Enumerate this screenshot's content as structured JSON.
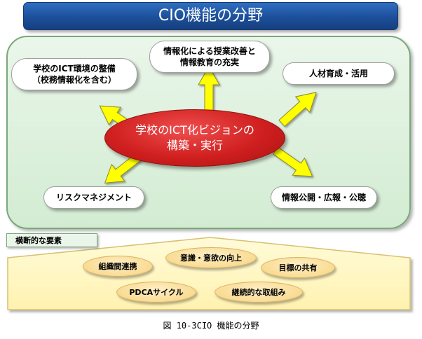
{
  "title": "CIO機能の分野",
  "center": {
    "line1": "学校のICT化ビジョンの",
    "line2": "構築・実行"
  },
  "areas": {
    "ict_environment": {
      "line1": "学校のICT環境の整備",
      "line2": "（校務情報化を含む）"
    },
    "lesson_improvement": {
      "line1": "情報化による授業改善と",
      "line2": "情報教育の充実"
    },
    "human_resources": "人材育成・活用",
    "risk_management": "リスクマネジメント",
    "public_relations": "情報公開・広報・公聴"
  },
  "cross_section": {
    "label": "横断的な要素",
    "items": {
      "inter_org": "組織間連携",
      "awareness": "意識・意欲の向上",
      "shared_goal": "目標の共有",
      "pdca": "PDCAサイクル",
      "continuous": "継続的な取組み"
    }
  },
  "caption": "図 10-3CIO 機能の分野",
  "colors": {
    "title_bar": "#1c4f9a",
    "panel": "#d2ecd2",
    "center": "#d01f1f",
    "arrow": "#ffff00",
    "house": "#fff6c0",
    "oval": "#f6d27c"
  }
}
